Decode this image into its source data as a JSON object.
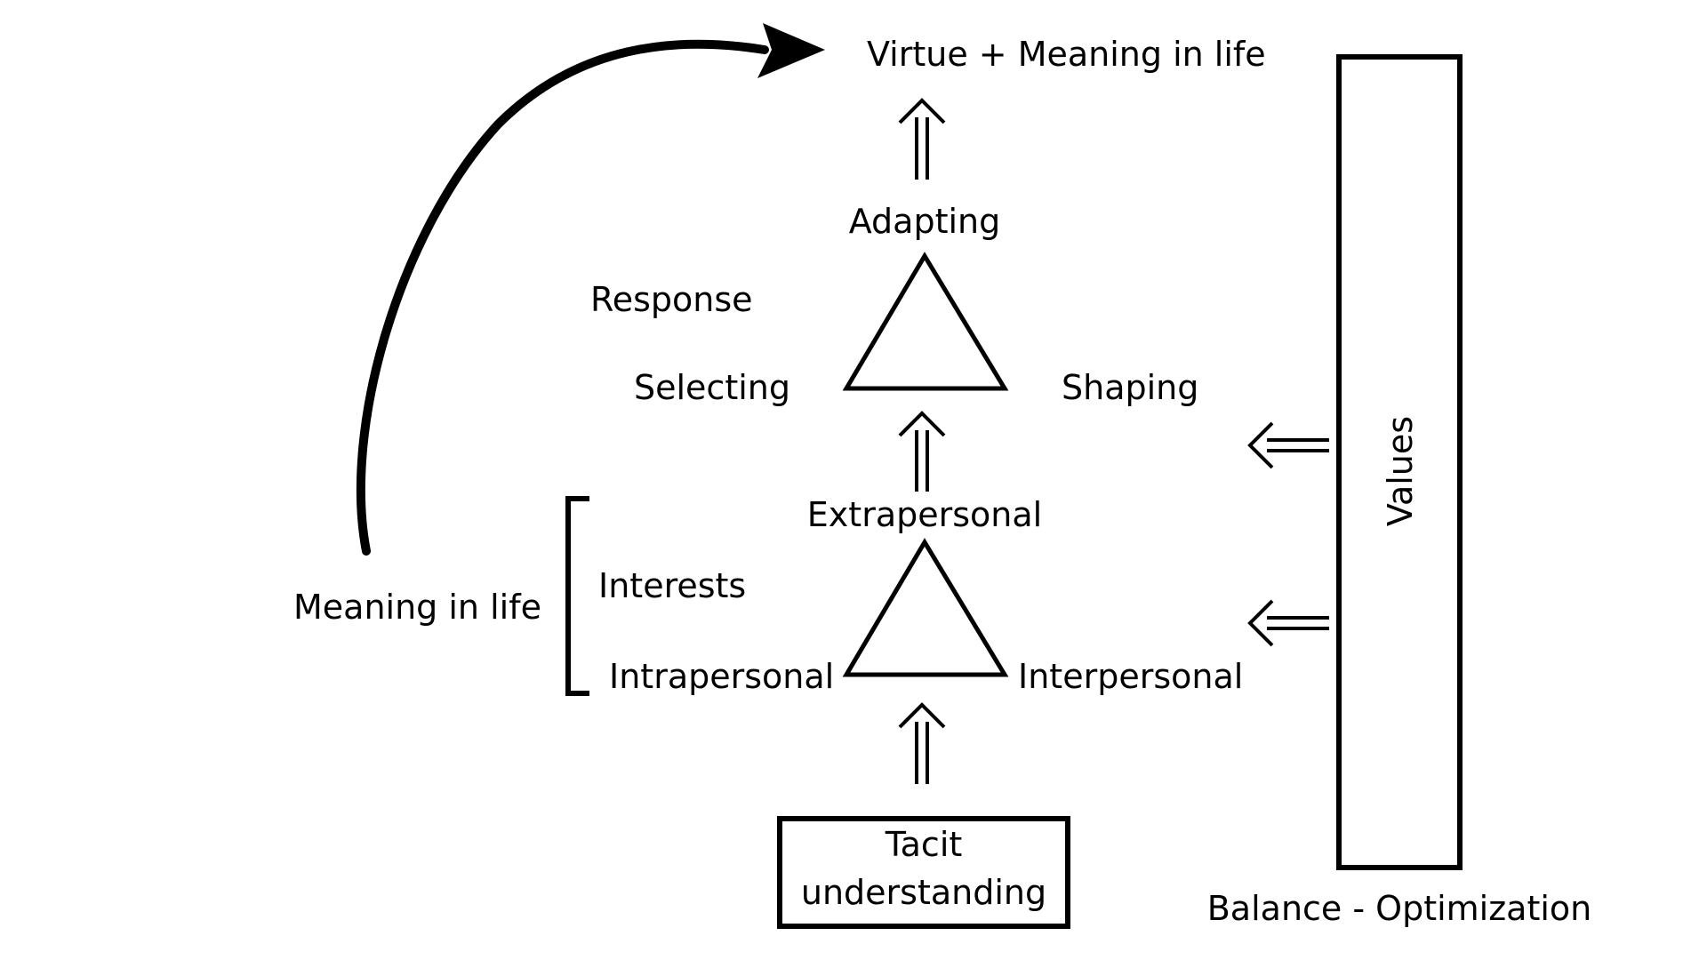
{
  "labels": {
    "top": "Virtue + Meaning in life",
    "adapting": "Adapting",
    "response": "Response",
    "selecting": "Selecting",
    "shaping": "Shaping",
    "extrapersonal": "Extrapersonal",
    "interests": "Interests",
    "meaning": "Meaning in life",
    "intrapersonal": "Intrapersonal",
    "interpersonal": "Interpersonal",
    "tacit_line1": "Tacit",
    "tacit_line2": "understanding",
    "values": "Values",
    "balance": "Balance - Optimization"
  },
  "colors": {
    "ink": "#000000",
    "background": "#ffffff"
  }
}
